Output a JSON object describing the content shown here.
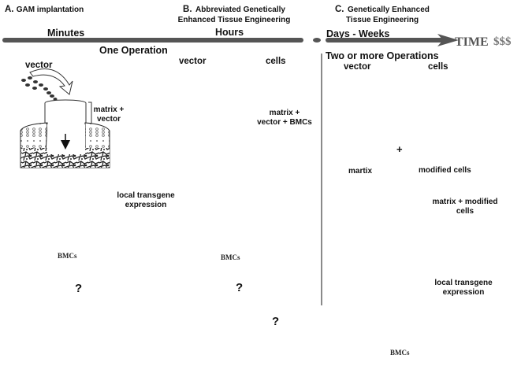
{
  "panels": {
    "a": {
      "letter": "A.",
      "title": "GAM implantation"
    },
    "b": {
      "letter": "B.",
      "title_line1": "Abbreviated Genetically",
      "title_line2": "Enhanced Tissue Engineering"
    },
    "c": {
      "letter": "C.",
      "title_line1": "Genetically Enhanced",
      "title_line2": "Tissue Engineering"
    }
  },
  "timeline": {
    "minutes": "Minutes",
    "hours": "Hours",
    "days_weeks": "Days - Weeks",
    "time_label": "TIME",
    "cost_label": "$$$",
    "one_operation": "One Operation",
    "two_operations": "Two or more Operations"
  },
  "labels_a": {
    "vector": "vector",
    "matrix_vector_1": "matrix +",
    "matrix_vector_2": "vector",
    "local_transgene_1": "local transgene",
    "local_transgene_2": "expression",
    "bmcs": "BMCs",
    "question": "?"
  },
  "labels_b": {
    "vector": "vector",
    "cells": "cells",
    "matrix_1": "matrix +",
    "matrix_2": "vector + BMCs",
    "bmcs": "BMCs",
    "question": "?"
  },
  "labels_c": {
    "vector": "vector",
    "cells": "cells",
    "martix": "martix",
    "plus": "+",
    "modified_cells": "modified cells",
    "matrix_modified_1": "matrix + modified",
    "matrix_modified_2": "cells",
    "local_transgene_1": "local transgene",
    "local_transgene_2": "expression",
    "bmcs": "BMCs"
  },
  "final": {
    "question": "?"
  },
  "colors": {
    "line": "#555555",
    "ink": "#111111",
    "bmc_fill": "#b8b8b8",
    "cell_fill": "#a8a8a8",
    "dark_cell": "#333333"
  }
}
